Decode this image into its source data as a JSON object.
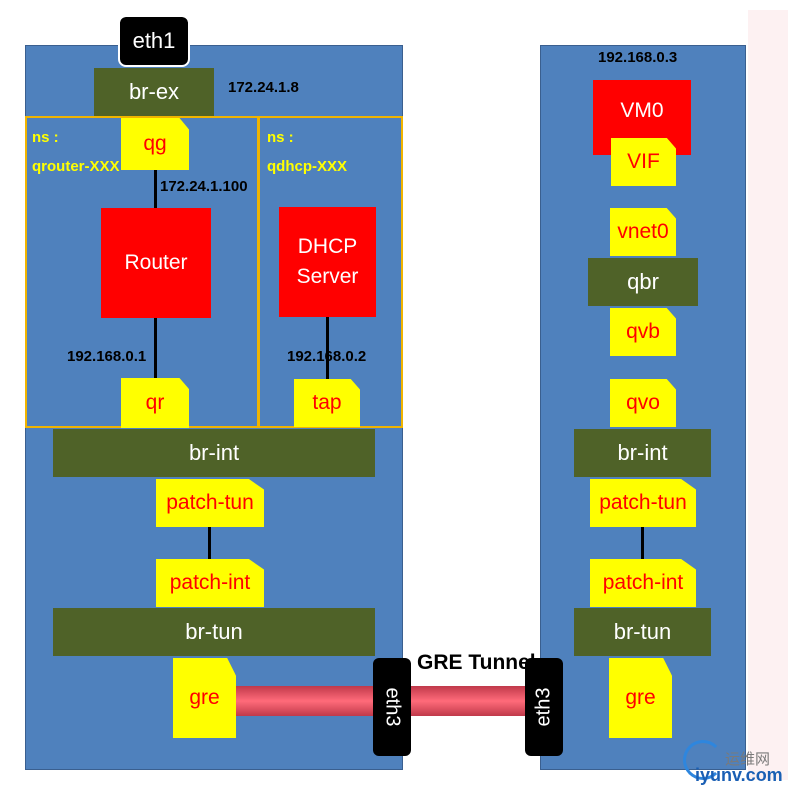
{
  "left_host": {
    "eth1": "eth1",
    "br_ex": "br-ex",
    "br_ex_ip": "172.24.1.8",
    "router_ns_label": "ns :",
    "router_ns_name": "qrouter-XXX",
    "qg": "qg",
    "qg_ip": "172.24.1.100",
    "router": "Router",
    "router_ip": "192.168.0.1",
    "qr": "qr",
    "dhcp_ns_label": "ns :",
    "dhcp_ns_name": "qdhcp-XXX",
    "dhcp_line1": "DHCP",
    "dhcp_line2": "Server",
    "dhcp_ip": "192.168.0.2",
    "tap": "tap",
    "br_int": "br-int",
    "patch_tun": "patch-tun",
    "patch_int": "patch-int",
    "br_tun": "br-tun",
    "gre": "gre",
    "eth3": "eth3"
  },
  "right_host": {
    "vm_ip": "192.168.0.3",
    "vm": "VM0",
    "vif": "VIF",
    "vnet0": "vnet0",
    "qbr": "qbr",
    "qvb": "qvb",
    "qvo": "qvo",
    "br_int": "br-int",
    "patch_tun": "patch-tun",
    "patch_int": "patch-int",
    "br_tun": "br-tun",
    "gre": "gre",
    "eth3": "eth3"
  },
  "tunnel_label": "GRE Tunnel",
  "watermark": {
    "text": "运维网",
    "site": "iyunv.com"
  },
  "colors": {
    "panel": "#4f81bd",
    "bridge": "#4f6228",
    "port": "#ffff00",
    "port_text": "#ff0000",
    "device": "#ff0000",
    "namespace_border": "#f0b400",
    "tunnel": "#e8485a"
  }
}
